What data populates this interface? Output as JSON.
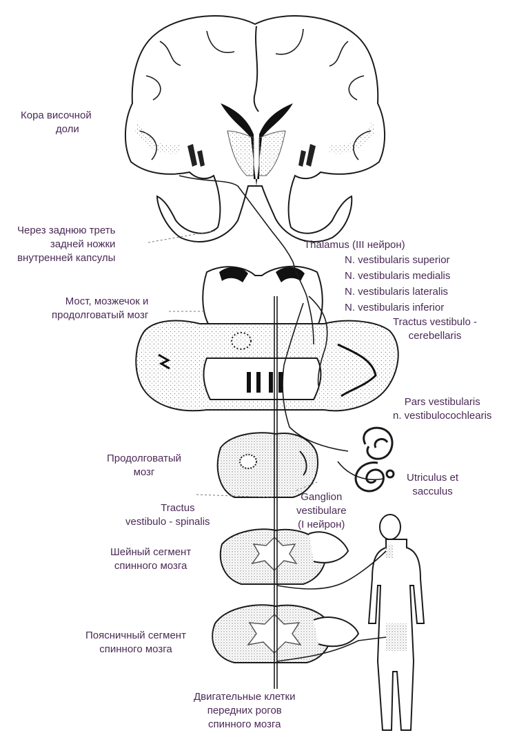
{
  "labels": {
    "temporal_cortex": [
      "Кора височной",
      "доли"
    ],
    "internal_capsule": [
      "Через заднюю треть",
      "задней ножки",
      "внутренней капсулы"
    ],
    "thalamus": "Thalamus (III нейрон)",
    "vestibular_nuclei": [
      "N. vestibularis superior",
      "N. vestibularis medialis",
      "N. vestibularis lateralis",
      "N. vestibularis inferior"
    ],
    "pons_cerebellum_medulla": [
      "Мост, мозжечок и",
      "продолговатый мозг"
    ],
    "tractus_vestibulocerebellaris": [
      "Tractus vestibulo -",
      "cerebellaris"
    ],
    "pars_vestibularis": [
      "Pars vestibularis",
      "n. vestibulocochlearis"
    ],
    "medulla_oblongata": [
      "Продолговатый",
      "мозг"
    ],
    "utriculus_sacculus": [
      "Utriculus et",
      "sacculus"
    ],
    "ganglion_vestibulare": [
      "Ganglion",
      "vestibulare",
      "(I нейрон)"
    ],
    "tractus_vestibulospinalis": [
      "Tractus",
      "vestibulo - spinalis"
    ],
    "cervical_segment": [
      "Шейный сегмент",
      "спинного мозга"
    ],
    "lumbar_segment": [
      "Поясничный сегмент",
      "спинного мозга"
    ],
    "motor_cells": [
      "Двигательные клетки",
      "передних рогов",
      "спинного мозга"
    ]
  },
  "colors": {
    "label_text": "#4a2a55",
    "ink": "#1a1a1a",
    "stipple": "#8a8a8a"
  }
}
